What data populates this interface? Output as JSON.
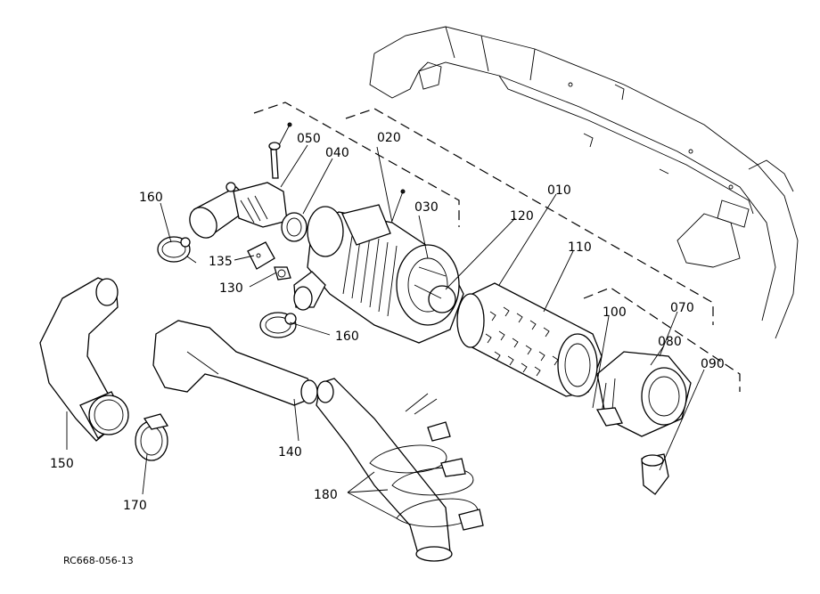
{
  "figure_code": "RC668-056-13",
  "callouts": {
    "p010": "010",
    "p020": "020",
    "p030": "030",
    "p040": "040",
    "p050": "050",
    "p070": "070",
    "p080": "080",
    "p090": "090",
    "p100": "100",
    "p110": "110",
    "p120": "120",
    "p130": "130",
    "p135": "135",
    "p140": "140",
    "p150": "150",
    "p160a": "160",
    "p160b": "160",
    "p170": "170",
    "p180": "180"
  }
}
